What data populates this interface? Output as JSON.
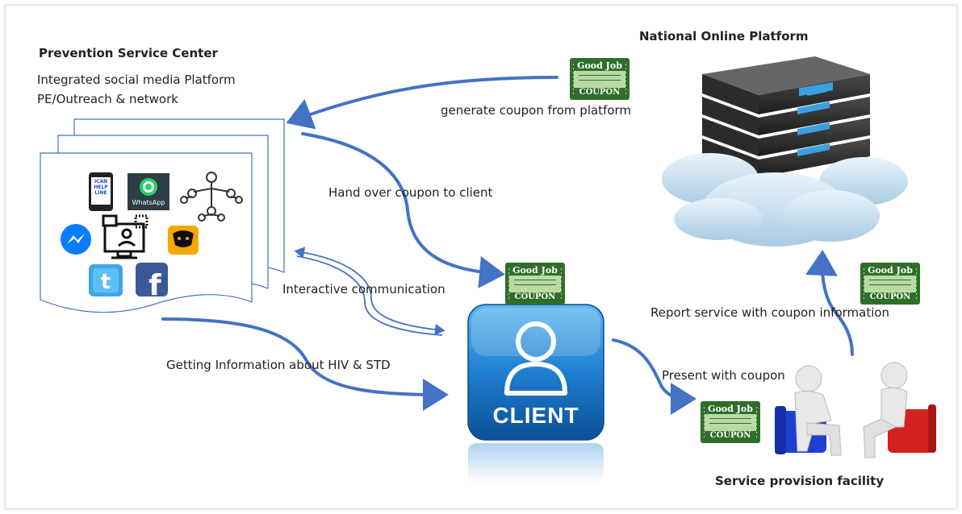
{
  "prevention_center": {
    "title": "Prevention Service Center",
    "line1": "Integrated social media Platform",
    "line2": "PE/Outreach & network"
  },
  "national_platform": {
    "title": "National Online Platform"
  },
  "facility": {
    "title": "Service provision facility"
  },
  "client": {
    "label": "CLIENT"
  },
  "coupon": {
    "line1": "Good Job",
    "line2": "COUPON"
  },
  "app_icons": {
    "icanhelpline": "ICAN HELP LINE",
    "whatsapp": "WhatsApp"
  },
  "flows": {
    "generate": "generate coupon from platform",
    "hand_over": "Hand over coupon to client",
    "interactive": "Interactive communication",
    "getting_info": "Getting Information about HIV & STD",
    "present": "Present with coupon",
    "report": "Report service with coupon information"
  },
  "colors": {
    "arrow": "#4472c4",
    "client_box": "#1e7fd0",
    "coupon_border": "#2f6e2a",
    "coupon_bg": "#b9dba3"
  }
}
